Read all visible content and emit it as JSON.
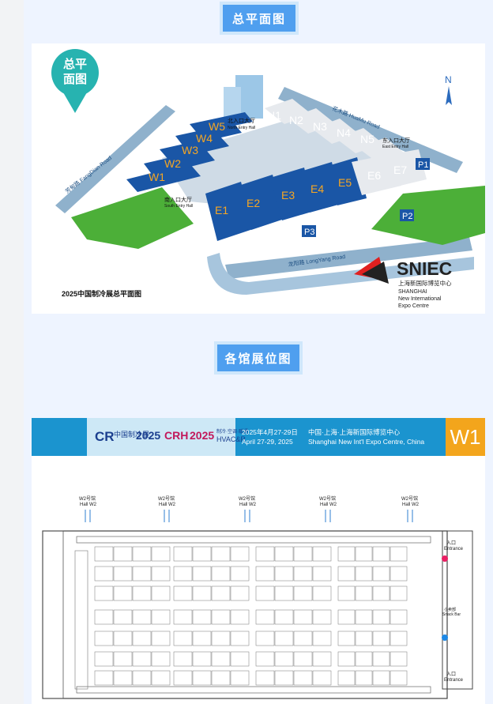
{
  "sections": {
    "overview_title": "总平面图",
    "hall_title": "各馆展位图"
  },
  "map": {
    "badge": [
      "总平",
      "面图"
    ],
    "caption": "2025中国制冷展总平面图",
    "north": "N",
    "halls_west": [
      "W1",
      "W2",
      "W3",
      "W4",
      "W5"
    ],
    "halls_north": [
      "N1",
      "N2",
      "N3",
      "N4",
      "N5"
    ],
    "halls_east": [
      "E1",
      "E2",
      "E3",
      "E4",
      "E5",
      "E6",
      "E7"
    ],
    "parking": [
      "P1",
      "P2",
      "P3"
    ],
    "roads": {
      "north": "花木路 HuaMu Road",
      "west": "芳甸路 FangDian Road",
      "south": "龙阳路 LongYang Road"
    },
    "entries": {
      "north": "北入口大厅",
      "north_en": "North Entry Hall",
      "east": "东入口大厅",
      "east_en": "East Entry Hall",
      "south": "南入口大厅",
      "south_en": "South Entry Hall"
    },
    "logo": {
      "name": "SNIEC",
      "cn": "上海新国际博览中心",
      "en1": "SHANGHAI",
      "en2": "New International",
      "en3": "Expo Centre"
    },
    "colors": {
      "hall": "#1a56a6",
      "hall_label": "#f5a623",
      "green": "#4caf38",
      "road": "#8fb1cc"
    }
  },
  "plan": {
    "banner": {
      "brand_cr": "CR",
      "brand_cn": "中国制冷展",
      "year1": "2025",
      "brand_crh": "CRH",
      "year2": "2025",
      "hvac_cn": "制冷·空调·暖通",
      "hvac_en": "HVAC&R",
      "date_cn": "2025年4月27-29日",
      "venue_cn": "中国·上海·上海新国际博览中心",
      "date_en": "April 27-29, 2025",
      "venue_en": "Shanghai New Int'l Expo Centre, China",
      "hall": "W1"
    },
    "to_hall": "W2号馆",
    "to_hall_en": "Hall W2",
    "entrance_cn": "入口",
    "entrance_en": "Entrance",
    "snack_cn": "小卖部",
    "snack_en": "Snack Bar"
  }
}
